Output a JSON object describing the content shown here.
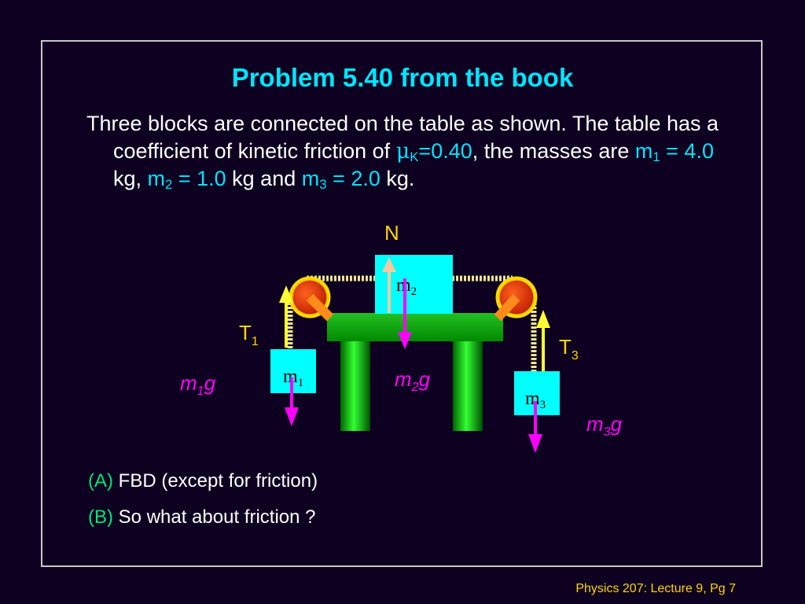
{
  "title": "Problem 5.40 from the book",
  "paragraph": {
    "intro": "Three blocks are connected on the table as shown. The table has a coefficient of kinetic friction of ",
    "mu": "μ",
    "mu_sub": "K",
    "mu_value": "=0.40",
    "masses_text": ", the masses are ",
    "m1_label": "m",
    "m1_sub": "1",
    "m1_value": " = 4.0",
    "unit_kg_comma": " kg, ",
    "m2_label": "m",
    "m2_sub": "2",
    "m2_value": " = 1.0",
    "unit_kg_and": " kg and ",
    "m3_label": "m",
    "m3_sub": "3",
    "m3_value": " = 2.0",
    "unit_kg_end": " kg."
  },
  "diagram": {
    "normal_label": "N",
    "block_m1": {
      "base": "m",
      "sub": "1"
    },
    "block_m2": {
      "base": "m",
      "sub": "2"
    },
    "block_m3": {
      "base": "m",
      "sub": "3"
    },
    "tension1": {
      "base": "T",
      "sub": "1"
    },
    "tension3": {
      "base": "T",
      "sub": "3"
    },
    "weight1": {
      "base": "m",
      "sub": "1",
      "g": "g"
    },
    "weight2": {
      "base": "m",
      "sub": "2",
      "g": "g"
    },
    "weight3": {
      "base": "m",
      "sub": "3",
      "g": "g"
    },
    "colors": {
      "block": "#00ffff",
      "table": "#00c800",
      "pulley": "#e03000",
      "rope": "#f0e68c",
      "tension_arrow": "#ffff33",
      "normal_arrow": "#f5c9a0",
      "weight_arrow": "#ff00ff"
    }
  },
  "options": [
    {
      "letter": "(A)",
      "text": "FBD (except for friction)"
    },
    {
      "letter": "(B)",
      "text": "So what about friction ?"
    }
  ],
  "footer": "Physics 207: Lecture 9, Pg 7"
}
